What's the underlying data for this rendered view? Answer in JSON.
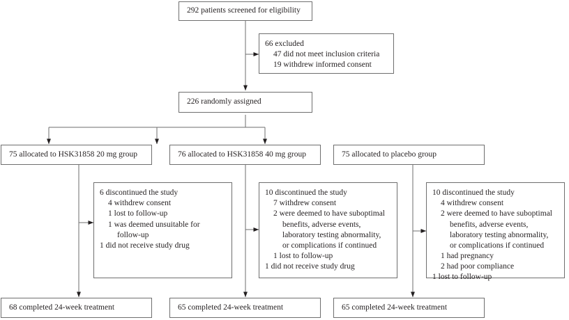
{
  "diagram": {
    "type": "consort-flow-diagram",
    "line_color": "#6e6e6e",
    "arrow_color": "#231f20",
    "text_color": "#231f20"
  },
  "screened": {
    "lines": [
      {
        "text": "292 patients screened for eligibility",
        "indent": 0
      }
    ]
  },
  "excluded": {
    "lines": [
      {
        "text": "66 excluded",
        "indent": 0
      },
      {
        "text": "47 did not meet inclusion criteria",
        "indent": 1
      },
      {
        "text": "19 withdrew informed consent",
        "indent": 1
      }
    ]
  },
  "randomised": {
    "lines": [
      {
        "text": "226 randomly assigned",
        "indent": 0
      }
    ]
  },
  "allocation": [
    {
      "lines": [
        {
          "text": "75 allocated to HSK31858 20 mg group",
          "indent": 0
        }
      ]
    },
    {
      "lines": [
        {
          "text": "76 allocated to HSK31858 40 mg group",
          "indent": 0
        }
      ]
    },
    {
      "lines": [
        {
          "text": "75 allocated to placebo group",
          "indent": 0
        }
      ]
    }
  ],
  "discontinued": [
    {
      "lines": [
        {
          "text": "6 discontinued the study",
          "indent": 0
        },
        {
          "text": "4 withdrew consent",
          "indent": 1
        },
        {
          "text": "1 lost to follow-up",
          "indent": 1
        },
        {
          "text": "1 was deemed unsuitable for",
          "indent": 1
        },
        {
          "text": "follow-up",
          "indent": 2
        },
        {
          "text": "1 did not receive study drug",
          "indent": 0
        }
      ]
    },
    {
      "lines": [
        {
          "text": "10 discontinued the study",
          "indent": 0
        },
        {
          "text": "7 withdrew consent",
          "indent": 1
        },
        {
          "text": "2 were deemed to have suboptimal",
          "indent": 1
        },
        {
          "text": "benefits, adverse events,",
          "indent": 2
        },
        {
          "text": "laboratory testing abnormality,",
          "indent": 2
        },
        {
          "text": "or complications if continued",
          "indent": 2
        },
        {
          "text": "1 lost to follow-up",
          "indent": 1
        },
        {
          "text": "1 did not receive study drug",
          "indent": 0
        }
      ]
    },
    {
      "lines": [
        {
          "text": "10 discontinued the study",
          "indent": 0
        },
        {
          "text": "4 withdrew consent",
          "indent": 1
        },
        {
          "text": "2 were deemed to have suboptimal",
          "indent": 1
        },
        {
          "text": "benefits, adverse events,",
          "indent": 2
        },
        {
          "text": "laboratory testing abnormality,",
          "indent": 2
        },
        {
          "text": "or complications if continued",
          "indent": 2
        },
        {
          "text": "1 had pregnancy",
          "indent": 1
        },
        {
          "text": "2 had poor compliance",
          "indent": 1
        },
        {
          "text": "1 lost to follow-up",
          "indent": 0
        }
      ]
    }
  ],
  "completed": [
    {
      "lines": [
        {
          "text": "68 completed 24-week treatment",
          "indent": 0
        }
      ]
    },
    {
      "lines": [
        {
          "text": "65 completed 24-week treatment",
          "indent": 0
        }
      ]
    },
    {
      "lines": [
        {
          "text": "65 completed 24-week treatment",
          "indent": 0
        }
      ]
    }
  ]
}
